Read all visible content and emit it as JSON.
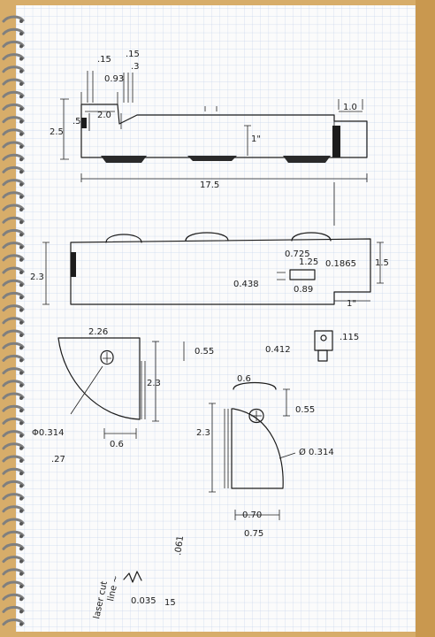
{
  "colors": {
    "paper": "#fbfbfb",
    "grid": "#c9d6ec",
    "ink": "#1c1c1c",
    "cardboard": "#d7ad6a",
    "spiral": "#8e8e8e"
  },
  "labels": {
    "d15a": ".15",
    "d093": "0.93",
    "d15b": ".15",
    "d3": ".3",
    "d20": "2.0",
    "d10": "1.0",
    "d25": "2.5",
    "d5": ".5",
    "d1in": "1\"",
    "d175": "17.5",
    "d23a": "2.3",
    "d15": "1.5",
    "d0725": "0.725",
    "d125": "1.25",
    "d1865": "0.1865",
    "d0438": "0.438",
    "d089": "0.89",
    "d1in2": "1\"",
    "d226": "2.26",
    "d055a": "0.55",
    "d23b": "2.3",
    "d0412": "0.412",
    "d115": ".115",
    "phi1": "Φ0.314",
    "d06a": "0.6",
    "d06b": "0.6",
    "d055b": "0.55",
    "d23c": "2.3",
    "phi2": "Ø 0.314",
    "d27": ".27",
    "d070": "0.70",
    "d075": "0.75",
    "d061": ".061",
    "laser1": "laser cut",
    "laser2": "line ~",
    "d0035": "0.035",
    "d15c": "15"
  }
}
